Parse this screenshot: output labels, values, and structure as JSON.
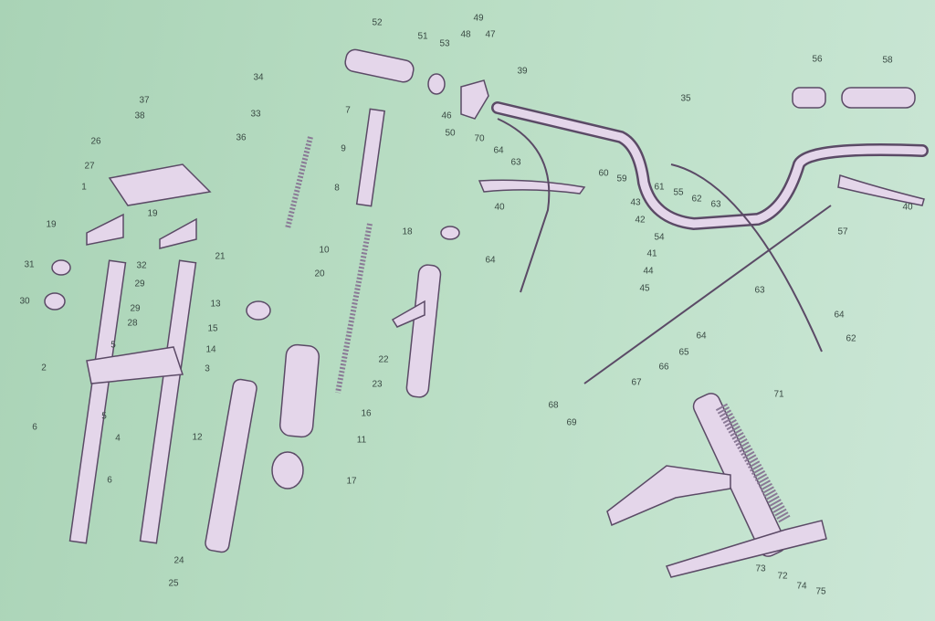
{
  "diagram": {
    "labels": [
      "52",
      "51",
      "49",
      "48",
      "47",
      "53",
      "39",
      "34",
      "33",
      "37",
      "38",
      "36",
      "26",
      "27",
      "7",
      "9",
      "46",
      "50",
      "70",
      "64",
      "63",
      "35",
      "56",
      "58",
      "60",
      "59",
      "61",
      "55",
      "62",
      "63",
      "43",
      "42",
      "54",
      "41",
      "44",
      "45",
      "40",
      "40",
      "57",
      "1",
      "19",
      "19",
      "8",
      "18",
      "21",
      "10",
      "20",
      "31",
      "32",
      "29",
      "30",
      "29",
      "28",
      "5",
      "13",
      "15",
      "14",
      "64",
      "63",
      "64",
      "64",
      "62",
      "65",
      "66",
      "67",
      "2",
      "3",
      "22",
      "23",
      "68",
      "69",
      "16",
      "11",
      "5",
      "4",
      "6",
      "6",
      "12",
      "17",
      "71",
      "24",
      "25",
      "73",
      "72",
      "74",
      "75"
    ]
  }
}
